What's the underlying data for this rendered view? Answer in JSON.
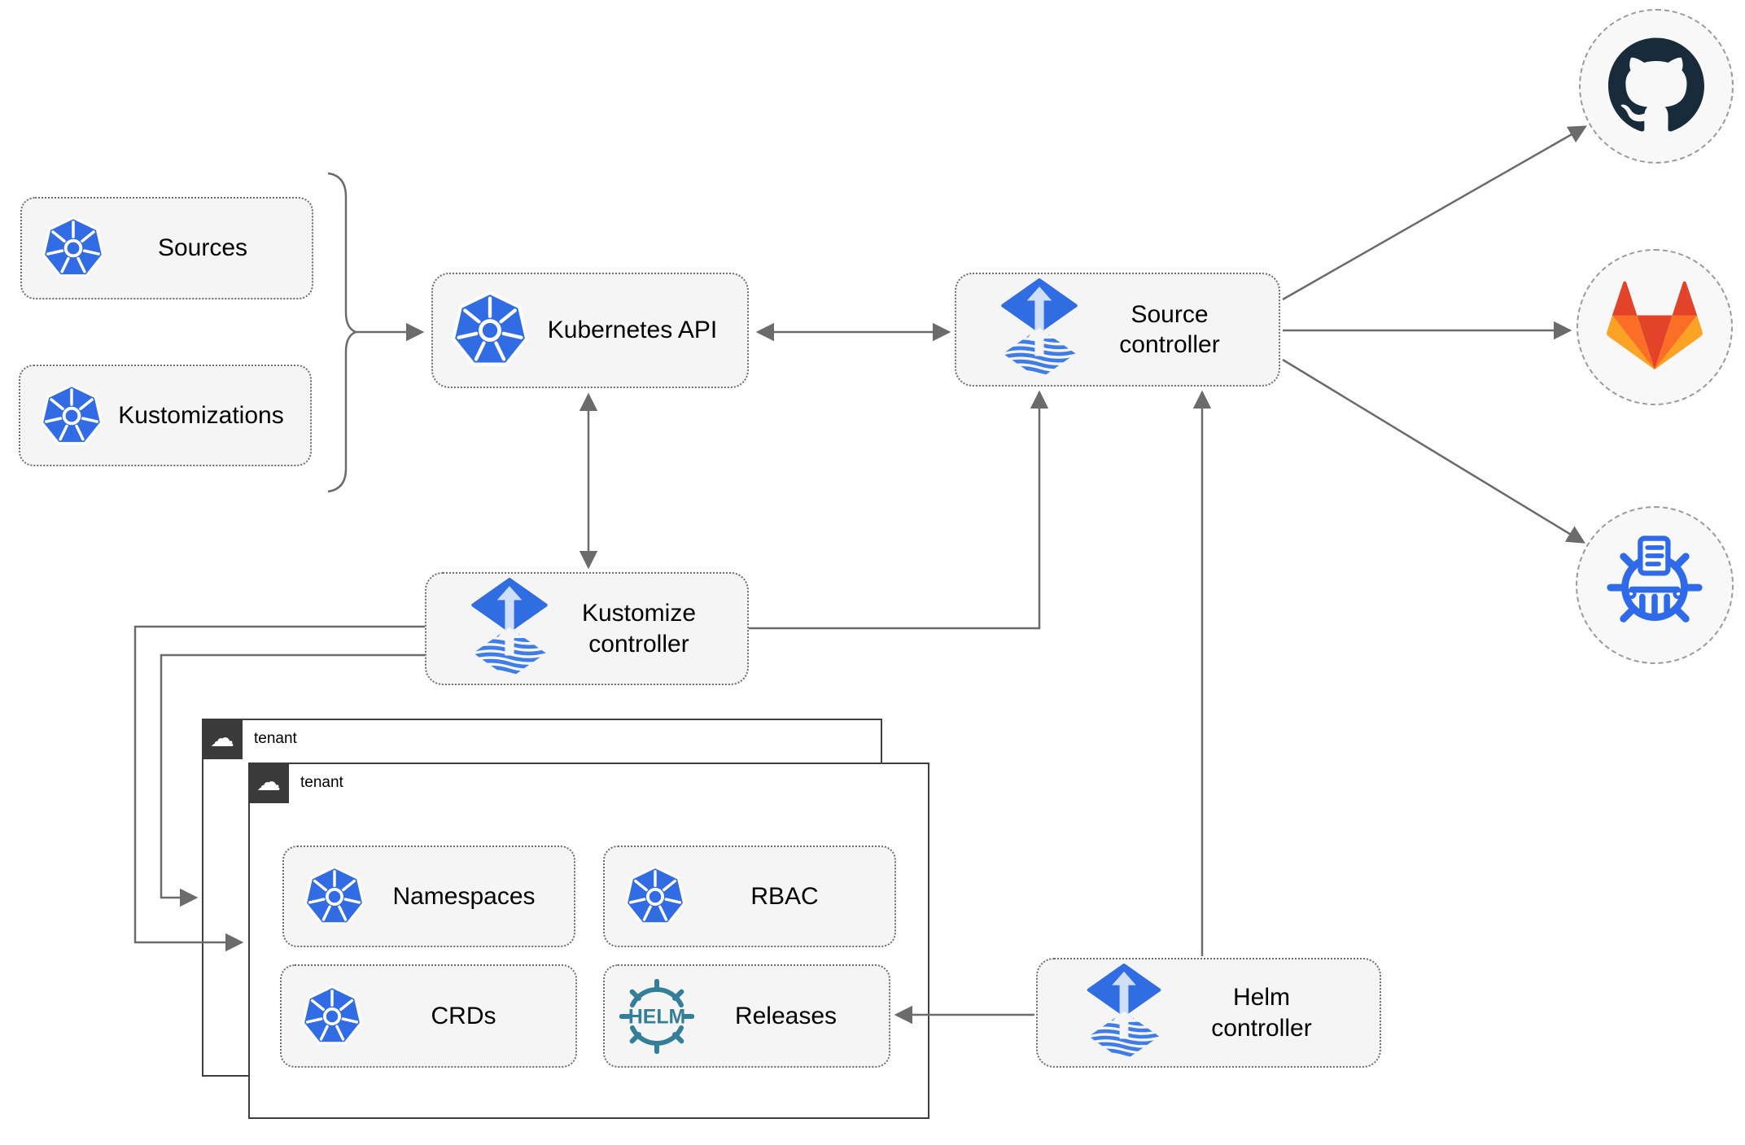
{
  "diagram": {
    "title_hint": "Flux GitOps architecture diagram",
    "left_resources": [
      {
        "id": "sources",
        "label": "Sources",
        "icon": "kubernetes-icon"
      },
      {
        "id": "kustomizations",
        "label": "Kustomizations",
        "icon": "kubernetes-icon"
      }
    ],
    "kubernetes_api": {
      "label": "Kubernetes API",
      "icon": "kubernetes-icon"
    },
    "controllers": [
      {
        "id": "source-controller",
        "label": "Source controller",
        "icon": "flux-icon"
      },
      {
        "id": "kustomize-controller",
        "label": "Kustomize controller",
        "icon": "flux-icon"
      },
      {
        "id": "helm-controller",
        "label": "Helm controller",
        "icon": "flux-icon"
      }
    ],
    "tenants": [
      {
        "label": "tenant",
        "icon": "cloud-icon"
      },
      {
        "label": "tenant",
        "icon": "cloud-icon"
      }
    ],
    "tenant_resources": [
      {
        "id": "namespaces",
        "label": "Namespaces",
        "icon": "kubernetes-icon"
      },
      {
        "id": "rbac",
        "label": "RBAC",
        "icon": "kubernetes-icon"
      },
      {
        "id": "crds",
        "label": "CRDs",
        "icon": "kubernetes-icon"
      },
      {
        "id": "releases",
        "label": "Releases",
        "icon": "helm-icon"
      }
    ],
    "helm_badge_text": "HELM",
    "external_endpoints": [
      {
        "id": "github",
        "icon": "github-icon"
      },
      {
        "id": "gitlab",
        "icon": "gitlab-icon"
      },
      {
        "id": "chartmuseum",
        "icon": "chartmuseum-icon"
      }
    ],
    "colors": {
      "kubernetes_blue": "#326ce5",
      "flux_blue": "#316de2",
      "flux_light_arrow": "#cfdff7",
      "helm_teal": "#337f99",
      "github_dark": "#182b3a",
      "gitlab_red": "#e24329",
      "gitlab_orange": "#fc6d26",
      "gitlab_amber": "#fca326",
      "chartmuseum_blue": "#2f6be8",
      "line_gray": "#6b6b6b",
      "box_fill": "#f5f5f5",
      "tenant_header_dark": "#3a3a3a"
    }
  }
}
